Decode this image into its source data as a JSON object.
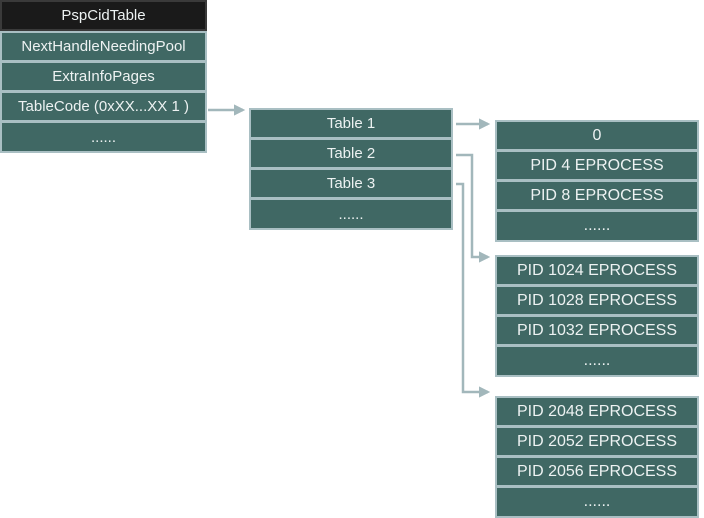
{
  "colors": {
    "cell_bg": "#406864",
    "cell_border": "#a9bfc3",
    "header_bg": "#1a1a1a",
    "header_border": "#3a3a3a",
    "text": "#edf2f2",
    "connector": "#a2b7bb",
    "page_bg": "#ffffff"
  },
  "root_table": {
    "header": "PspCidTable",
    "rows": [
      "NextHandleNeedingPool",
      "ExtraInfoPages",
      "TableCode (0xXX...XX 1 )",
      "......"
    ]
  },
  "index_table": {
    "rows": [
      "Table 1",
      "Table 2",
      "Table 3",
      "......"
    ]
  },
  "leaf_tables": [
    {
      "rows": [
        "0",
        "PID 4 EPROCESS",
        "PID 8 EPROCESS",
        "......"
      ]
    },
    {
      "rows": [
        "PID 1024 EPROCESS",
        "PID 1028 EPROCESS",
        "PID 1032 EPROCESS",
        "......"
      ]
    },
    {
      "rows": [
        "PID 2048 EPROCESS",
        "PID 2052 EPROCESS",
        "PID 2056 EPROCESS",
        "......"
      ]
    }
  ],
  "connectors": [
    {
      "from": "TableCode (0xXX...XX 1 )",
      "to": "index table"
    },
    {
      "from": "Table 1",
      "to": "leaf table 1"
    },
    {
      "from": "Table 2",
      "to": "leaf table 2"
    },
    {
      "from": "Table 3",
      "to": "leaf table 3"
    }
  ]
}
